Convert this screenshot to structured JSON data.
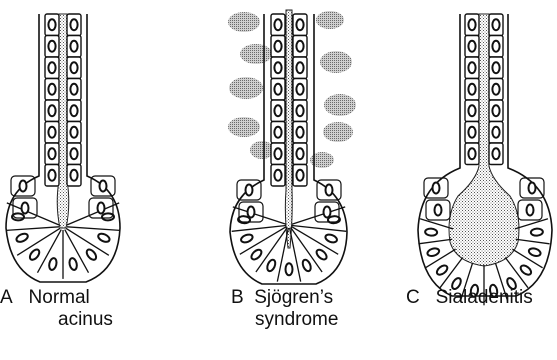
{
  "figure": {
    "panels": [
      {
        "id": "a",
        "letter": "A",
        "title_line1": "Normal",
        "title_line2": "acinus"
      },
      {
        "id": "b",
        "letter": "B",
        "title_line1": "Sjögren’s",
        "title_line2": "syndrome"
      },
      {
        "id": "c",
        "letter": "C",
        "title_line1": "Sialadenitis",
        "title_line2": ""
      }
    ]
  }
}
